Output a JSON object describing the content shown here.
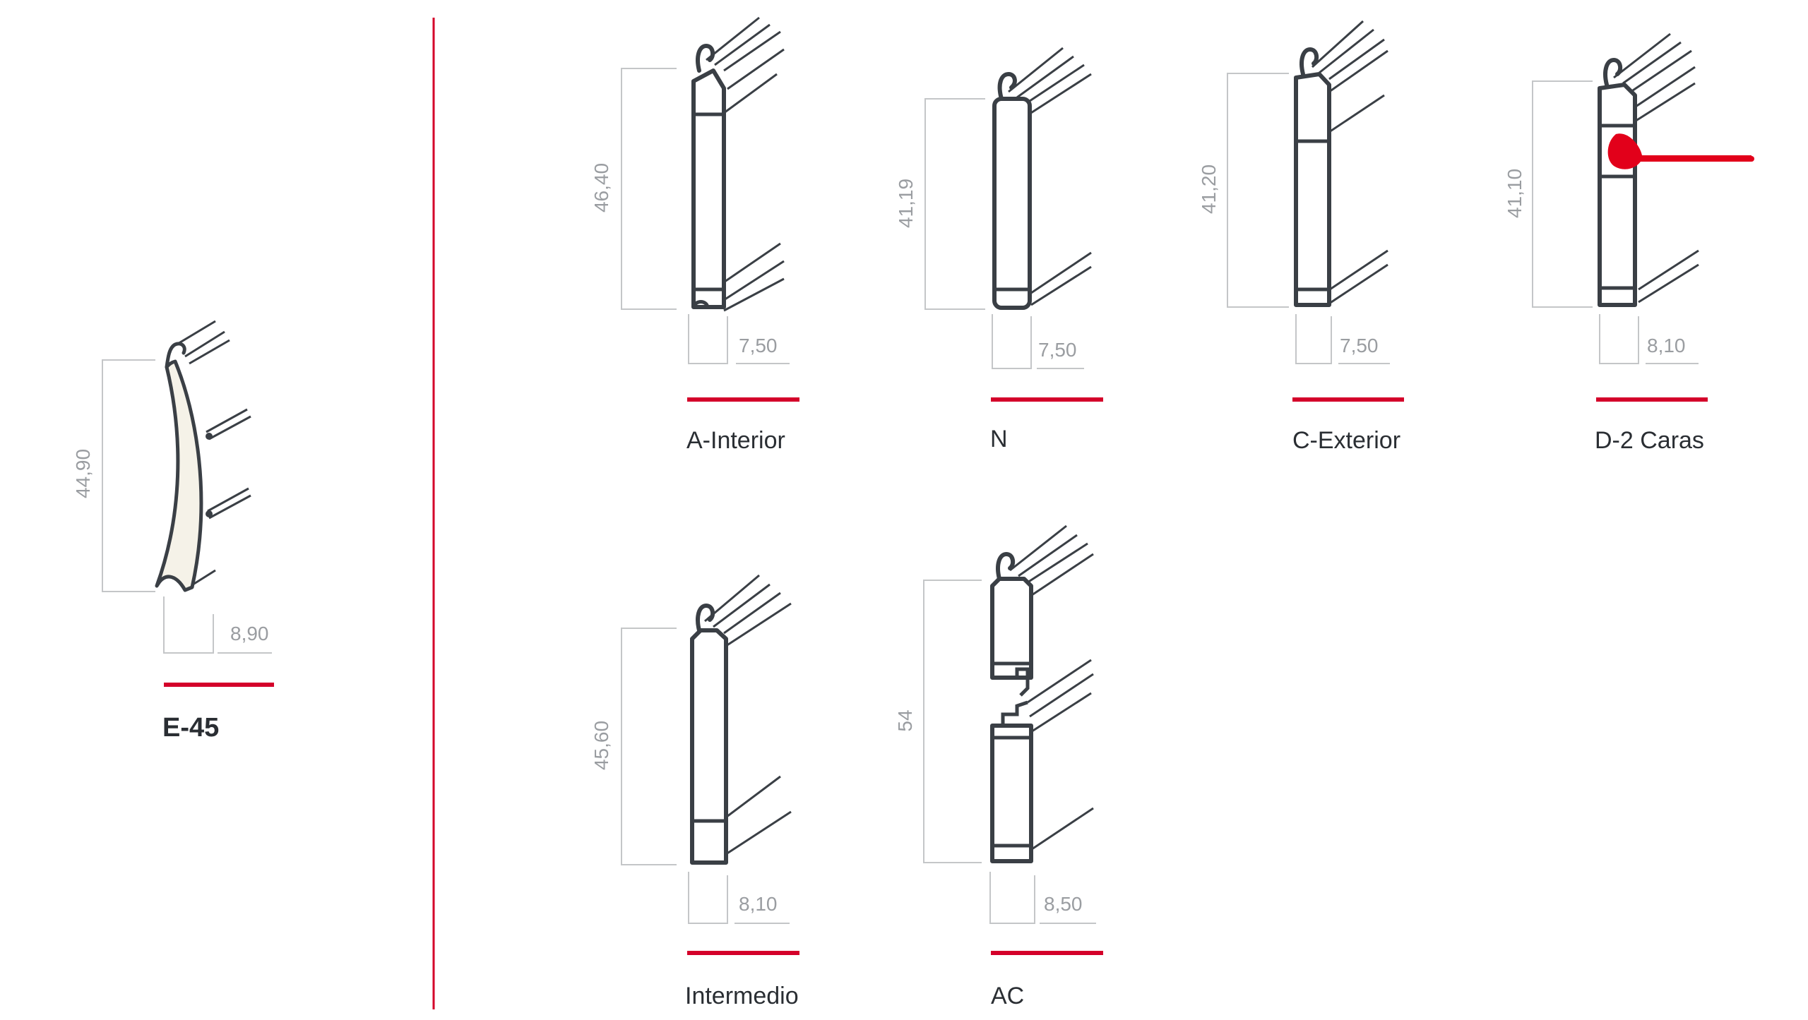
{
  "colors": {
    "accent_red": "#d4002a",
    "profile_dark": "#3a3f45",
    "dimension_gray": "#c4c6c8",
    "dimension_text": "#9a9da1"
  },
  "profiles": [
    {
      "id": "e45",
      "label": "E-45",
      "height": "44,90",
      "width": "8,90"
    },
    {
      "id": "a-interior",
      "label": "A-Interior",
      "height": "46,40",
      "width": "7,50"
    },
    {
      "id": "n",
      "label": "N",
      "height": "41,19",
      "width": "7,50"
    },
    {
      "id": "c-exterior",
      "label": "C-Exterior",
      "height": "41,20",
      "width": "7,50"
    },
    {
      "id": "d-2-caras",
      "label": "D-2 Caras",
      "height": "41,10",
      "width": "8,10"
    },
    {
      "id": "intermedio",
      "label": "Intermedio",
      "height": "45,60",
      "width": "8,10"
    },
    {
      "id": "ac",
      "label": "AC",
      "height": "54",
      "width": "8,50"
    }
  ]
}
